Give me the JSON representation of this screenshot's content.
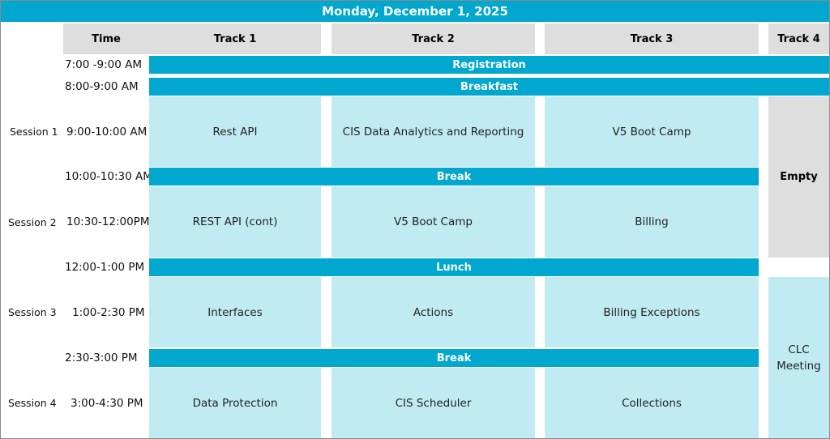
{
  "title": "Monday, December 1, 2025",
  "headers": {
    "time": "Time",
    "track1": "Track 1",
    "track2": "Track 2",
    "track3": "Track 3",
    "track4": "Track 4"
  },
  "times": [
    "7:00 -9:00 AM",
    "8:00-9:00 AM",
    "9:00-10:00 AM",
    "10:00-10:30 AM",
    "10:30-12:00PM",
    "12:00-1:00 PM",
    "1:00-2:30 PM",
    "2:30-3:00 PM",
    "3:00-4:30 PM"
  ],
  "sessions": [
    "Session 1",
    "Session 2",
    "Session 3",
    "Session 4"
  ],
  "bars": {
    "registration": "Registration",
    "breakfast": "Breakfast",
    "break1": "Break",
    "lunch": "Lunch",
    "break2": "Break"
  },
  "session1": [
    "Rest API",
    "CIS Data Analytics and Reporting",
    "V5 Boot Camp"
  ],
  "session2": [
    "REST API (cont)",
    "V5 Boot Camp",
    "Billing"
  ],
  "session3": [
    "Interfaces",
    "Actions",
    "Billing Exceptions"
  ],
  "session4": [
    "Data Protection",
    "CIS Scheduler",
    "Collections"
  ],
  "track4": {
    "empty": "Empty",
    "clc_line1": "CLC",
    "clc_line2": "Meeting"
  },
  "colors": {
    "accent": "#00a8cf",
    "cell": "#c1ebf3",
    "header": "#dedede"
  }
}
